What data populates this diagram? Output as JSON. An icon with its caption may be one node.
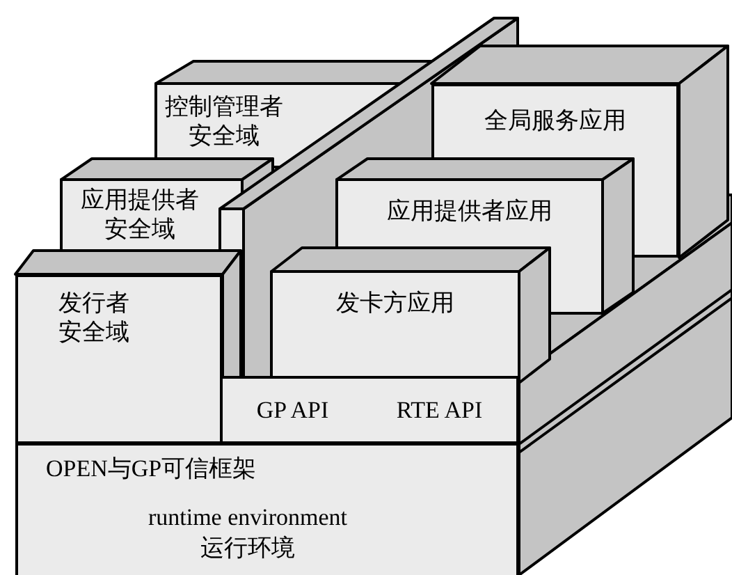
{
  "diagram": {
    "nodes": [
      {
        "text": [
          "控制管理者安全域"
        ]
      },
      {
        "text": [
          "全局服务应用"
        ]
      },
      {
        "text": [
          "应用提供者安全域"
        ]
      },
      {
        "text": [
          "应用提供者应用"
        ]
      },
      {
        "text": [
          "发行者安全域"
        ]
      },
      {
        "text": [
          "发卡方应用"
        ]
      },
      {
        "text": [
          "GP API",
          "RTE API"
        ]
      },
      {
        "text": [
          "OPEN与GP可信框架",
          "runtime environment 运行环境"
        ]
      }
    ]
  }
}
